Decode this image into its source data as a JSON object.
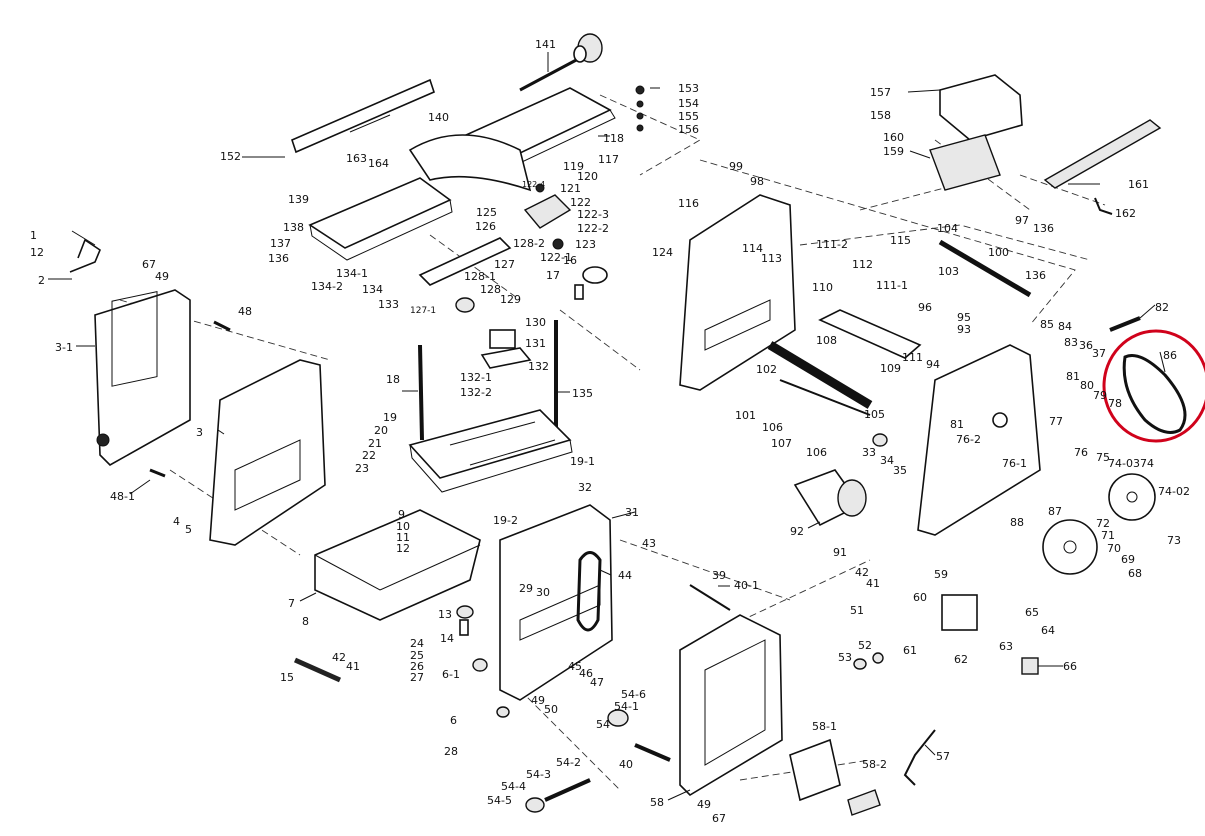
{
  "diagram": {
    "highlight_label": "86",
    "highlight_color": "#d0021b",
    "labels": [
      {
        "id": "l141",
        "text": "141"
      },
      {
        "id": "l153",
        "text": "153"
      },
      {
        "id": "l154",
        "text": "154"
      },
      {
        "id": "l155",
        "text": "155"
      },
      {
        "id": "l156",
        "text": "156"
      },
      {
        "id": "l118",
        "text": "118"
      },
      {
        "id": "l117",
        "text": "117"
      },
      {
        "id": "l119",
        "text": "119"
      },
      {
        "id": "l120",
        "text": "120"
      },
      {
        "id": "l140",
        "text": "140"
      },
      {
        "id": "l152",
        "text": "152"
      },
      {
        "id": "l163",
        "text": "163"
      },
      {
        "id": "l164",
        "text": "164"
      },
      {
        "id": "l139",
        "text": "139"
      },
      {
        "id": "l1222",
        "text": "122-4"
      },
      {
        "id": "l121",
        "text": "121"
      },
      {
        "id": "l125",
        "text": "125"
      },
      {
        "id": "l122",
        "text": "122"
      },
      {
        "id": "l1223",
        "text": "122-3"
      },
      {
        "id": "l1222b",
        "text": "122-2"
      },
      {
        "id": "l126",
        "text": "126"
      },
      {
        "id": "l1282",
        "text": "128-2"
      },
      {
        "id": "l123",
        "text": "123"
      },
      {
        "id": "l1221",
        "text": "122-1"
      },
      {
        "id": "l138",
        "text": "138"
      },
      {
        "id": "l137",
        "text": "137"
      },
      {
        "id": "l136a",
        "text": "136"
      },
      {
        "id": "l1341",
        "text": "134-1"
      },
      {
        "id": "l1342",
        "text": "134-2"
      },
      {
        "id": "l134",
        "text": "134"
      },
      {
        "id": "l133",
        "text": "133"
      },
      {
        "id": "l1271",
        "text": "127-1"
      },
      {
        "id": "l127",
        "text": "127"
      },
      {
        "id": "l1281",
        "text": "128-1"
      },
      {
        "id": "l128",
        "text": "128"
      },
      {
        "id": "l129",
        "text": "129"
      },
      {
        "id": "l16",
        "text": "16"
      },
      {
        "id": "l17",
        "text": "17"
      },
      {
        "id": "l1",
        "text": "1"
      },
      {
        "id": "l12",
        "text": "12"
      },
      {
        "id": "l2",
        "text": "2"
      },
      {
        "id": "l67a",
        "text": "67"
      },
      {
        "id": "l49a",
        "text": "49"
      },
      {
        "id": "l31a",
        "text": "3-1"
      },
      {
        "id": "l48",
        "text": "48"
      },
      {
        "id": "l481",
        "text": "48-1"
      },
      {
        "id": "l3",
        "text": "3"
      },
      {
        "id": "l4",
        "text": "4"
      },
      {
        "id": "l5",
        "text": "5"
      },
      {
        "id": "l130",
        "text": "130"
      },
      {
        "id": "l131",
        "text": "131"
      },
      {
        "id": "l132",
        "text": "132"
      },
      {
        "id": "l1321",
        "text": "132-1"
      },
      {
        "id": "l1322",
        "text": "132-2"
      },
      {
        "id": "l18",
        "text": "18"
      },
      {
        "id": "l135",
        "text": "135"
      },
      {
        "id": "l19",
        "text": "19"
      },
      {
        "id": "l20",
        "text": "20"
      },
      {
        "id": "l21",
        "text": "21"
      },
      {
        "id": "l22",
        "text": "22"
      },
      {
        "id": "l23",
        "text": "23"
      },
      {
        "id": "l191",
        "text": "19-1"
      },
      {
        "id": "l9",
        "text": "9"
      },
      {
        "id": "l10",
        "text": "10"
      },
      {
        "id": "l11",
        "text": "11"
      },
      {
        "id": "l12b",
        "text": "12"
      },
      {
        "id": "l192",
        "text": "19-2"
      },
      {
        "id": "l7",
        "text": "7"
      },
      {
        "id": "l8",
        "text": "8"
      },
      {
        "id": "l42a",
        "text": "42"
      },
      {
        "id": "l41a",
        "text": "41"
      },
      {
        "id": "l15",
        "text": "15"
      },
      {
        "id": "l13",
        "text": "13"
      },
      {
        "id": "l14",
        "text": "14"
      },
      {
        "id": "l24",
        "text": "24"
      },
      {
        "id": "l25",
        "text": "25"
      },
      {
        "id": "l26",
        "text": "26"
      },
      {
        "id": "l27",
        "text": "27"
      },
      {
        "id": "l61",
        "text": "6-1"
      },
      {
        "id": "l6",
        "text": "6"
      },
      {
        "id": "l28",
        "text": "28"
      },
      {
        "id": "l32",
        "text": "32"
      },
      {
        "id": "l31",
        "text": "31"
      },
      {
        "id": "l43",
        "text": "43"
      },
      {
        "id": "l44",
        "text": "44"
      },
      {
        "id": "l29",
        "text": "29"
      },
      {
        "id": "l30",
        "text": "30"
      },
      {
        "id": "l45",
        "text": "45"
      },
      {
        "id": "l46",
        "text": "46"
      },
      {
        "id": "l47",
        "text": "47"
      },
      {
        "id": "l49b",
        "text": "49"
      },
      {
        "id": "l50",
        "text": "50"
      },
      {
        "id": "l39",
        "text": "39"
      },
      {
        "id": "l401",
        "text": "40-1"
      },
      {
        "id": "l546",
        "text": "54-6"
      },
      {
        "id": "l541",
        "text": "54-1"
      },
      {
        "id": "l54",
        "text": "54"
      },
      {
        "id": "l40",
        "text": "40"
      },
      {
        "id": "l542",
        "text": "54-2"
      },
      {
        "id": "l543",
        "text": "54-3"
      },
      {
        "id": "l544",
        "text": "54-4"
      },
      {
        "id": "l545",
        "text": "54-5"
      },
      {
        "id": "l58",
        "text": "58"
      },
      {
        "id": "l49c",
        "text": "49"
      },
      {
        "id": "l67b",
        "text": "67"
      },
      {
        "id": "l581",
        "text": "58-1"
      },
      {
        "id": "l582",
        "text": "58-2"
      },
      {
        "id": "l57",
        "text": "57"
      },
      {
        "id": "l99",
        "text": "99"
      },
      {
        "id": "l98",
        "text": "98"
      },
      {
        "id": "l116",
        "text": "116"
      },
      {
        "id": "l124",
        "text": "124"
      },
      {
        "id": "l114",
        "text": "114"
      },
      {
        "id": "l113",
        "text": "113"
      },
      {
        "id": "l1112",
        "text": "111-2"
      },
      {
        "id": "l115",
        "text": "115"
      },
      {
        "id": "l104",
        "text": "104"
      },
      {
        "id": "l97",
        "text": "97"
      },
      {
        "id": "l136b",
        "text": "136"
      },
      {
        "id": "l100",
        "text": "100"
      },
      {
        "id": "l103",
        "text": "103"
      },
      {
        "id": "l136c",
        "text": "136"
      },
      {
        "id": "l112",
        "text": "112"
      },
      {
        "id": "l1111",
        "text": "111-1"
      },
      {
        "id": "l110",
        "text": "110"
      },
      {
        "id": "l96",
        "text": "96"
      },
      {
        "id": "l95",
        "text": "95"
      },
      {
        "id": "l93",
        "text": "93"
      },
      {
        "id": "l108",
        "text": "108"
      },
      {
        "id": "l111",
        "text": "111"
      },
      {
        "id": "l94",
        "text": "94"
      },
      {
        "id": "l109",
        "text": "109"
      },
      {
        "id": "l102",
        "text": "102"
      },
      {
        "id": "l105",
        "text": "105"
      },
      {
        "id": "l101",
        "text": "101"
      },
      {
        "id": "l106a",
        "text": "106"
      },
      {
        "id": "l107",
        "text": "107"
      },
      {
        "id": "l106b",
        "text": "106"
      },
      {
        "id": "l33",
        "text": "33"
      },
      {
        "id": "l34",
        "text": "34"
      },
      {
        "id": "l35",
        "text": "35"
      },
      {
        "id": "l157",
        "text": "157"
      },
      {
        "id": "l158",
        "text": "158"
      },
      {
        "id": "l160",
        "text": "160"
      },
      {
        "id": "l159",
        "text": "159"
      },
      {
        "id": "l161",
        "text": "161"
      },
      {
        "id": "l162",
        "text": "162"
      },
      {
        "id": "l82",
        "text": "82"
      },
      {
        "id": "l85",
        "text": "85"
      },
      {
        "id": "l84",
        "text": "84"
      },
      {
        "id": "l83",
        "text": "83"
      },
      {
        "id": "l36",
        "text": "36"
      },
      {
        "id": "l37",
        "text": "37"
      },
      {
        "id": "l81a",
        "text": "81"
      },
      {
        "id": "l80",
        "text": "80"
      },
      {
        "id": "l79",
        "text": "79"
      },
      {
        "id": "l78",
        "text": "78"
      },
      {
        "id": "l86",
        "text": "86"
      },
      {
        "id": "l81b",
        "text": "81"
      },
      {
        "id": "l77",
        "text": "77"
      },
      {
        "id": "l762",
        "text": "76-2"
      },
      {
        "id": "l761",
        "text": "76-1"
      },
      {
        "id": "l76",
        "text": "76"
      },
      {
        "id": "l75",
        "text": "75"
      },
      {
        "id": "l7403",
        "text": "74-03"
      },
      {
        "id": "l74",
        "text": "74"
      },
      {
        "id": "l7402",
        "text": "74-02"
      },
      {
        "id": "l73",
        "text": "73"
      },
      {
        "id": "l88",
        "text": "88"
      },
      {
        "id": "l87",
        "text": "87"
      },
      {
        "id": "l72",
        "text": "72"
      },
      {
        "id": "l71",
        "text": "71"
      },
      {
        "id": "l70",
        "text": "70"
      },
      {
        "id": "l69",
        "text": "69"
      },
      {
        "id": "l68",
        "text": "68"
      },
      {
        "id": "l92",
        "text": "92"
      },
      {
        "id": "l91",
        "text": "91"
      },
      {
        "id": "l42b",
        "text": "42"
      },
      {
        "id": "l41b",
        "text": "41"
      },
      {
        "id": "l51",
        "text": "51"
      },
      {
        "id": "l59",
        "text": "59"
      },
      {
        "id": "l60",
        "text": "60"
      },
      {
        "id": "l65",
        "text": "65"
      },
      {
        "id": "l64",
        "text": "64"
      },
      {
        "id": "l61b",
        "text": "61"
      },
      {
        "id": "l62",
        "text": "62"
      },
      {
        "id": "l63",
        "text": "63"
      },
      {
        "id": "l52",
        "text": "52"
      },
      {
        "id": "l53",
        "text": "53"
      },
      {
        "id": "l66",
        "text": "66"
      }
    ]
  }
}
